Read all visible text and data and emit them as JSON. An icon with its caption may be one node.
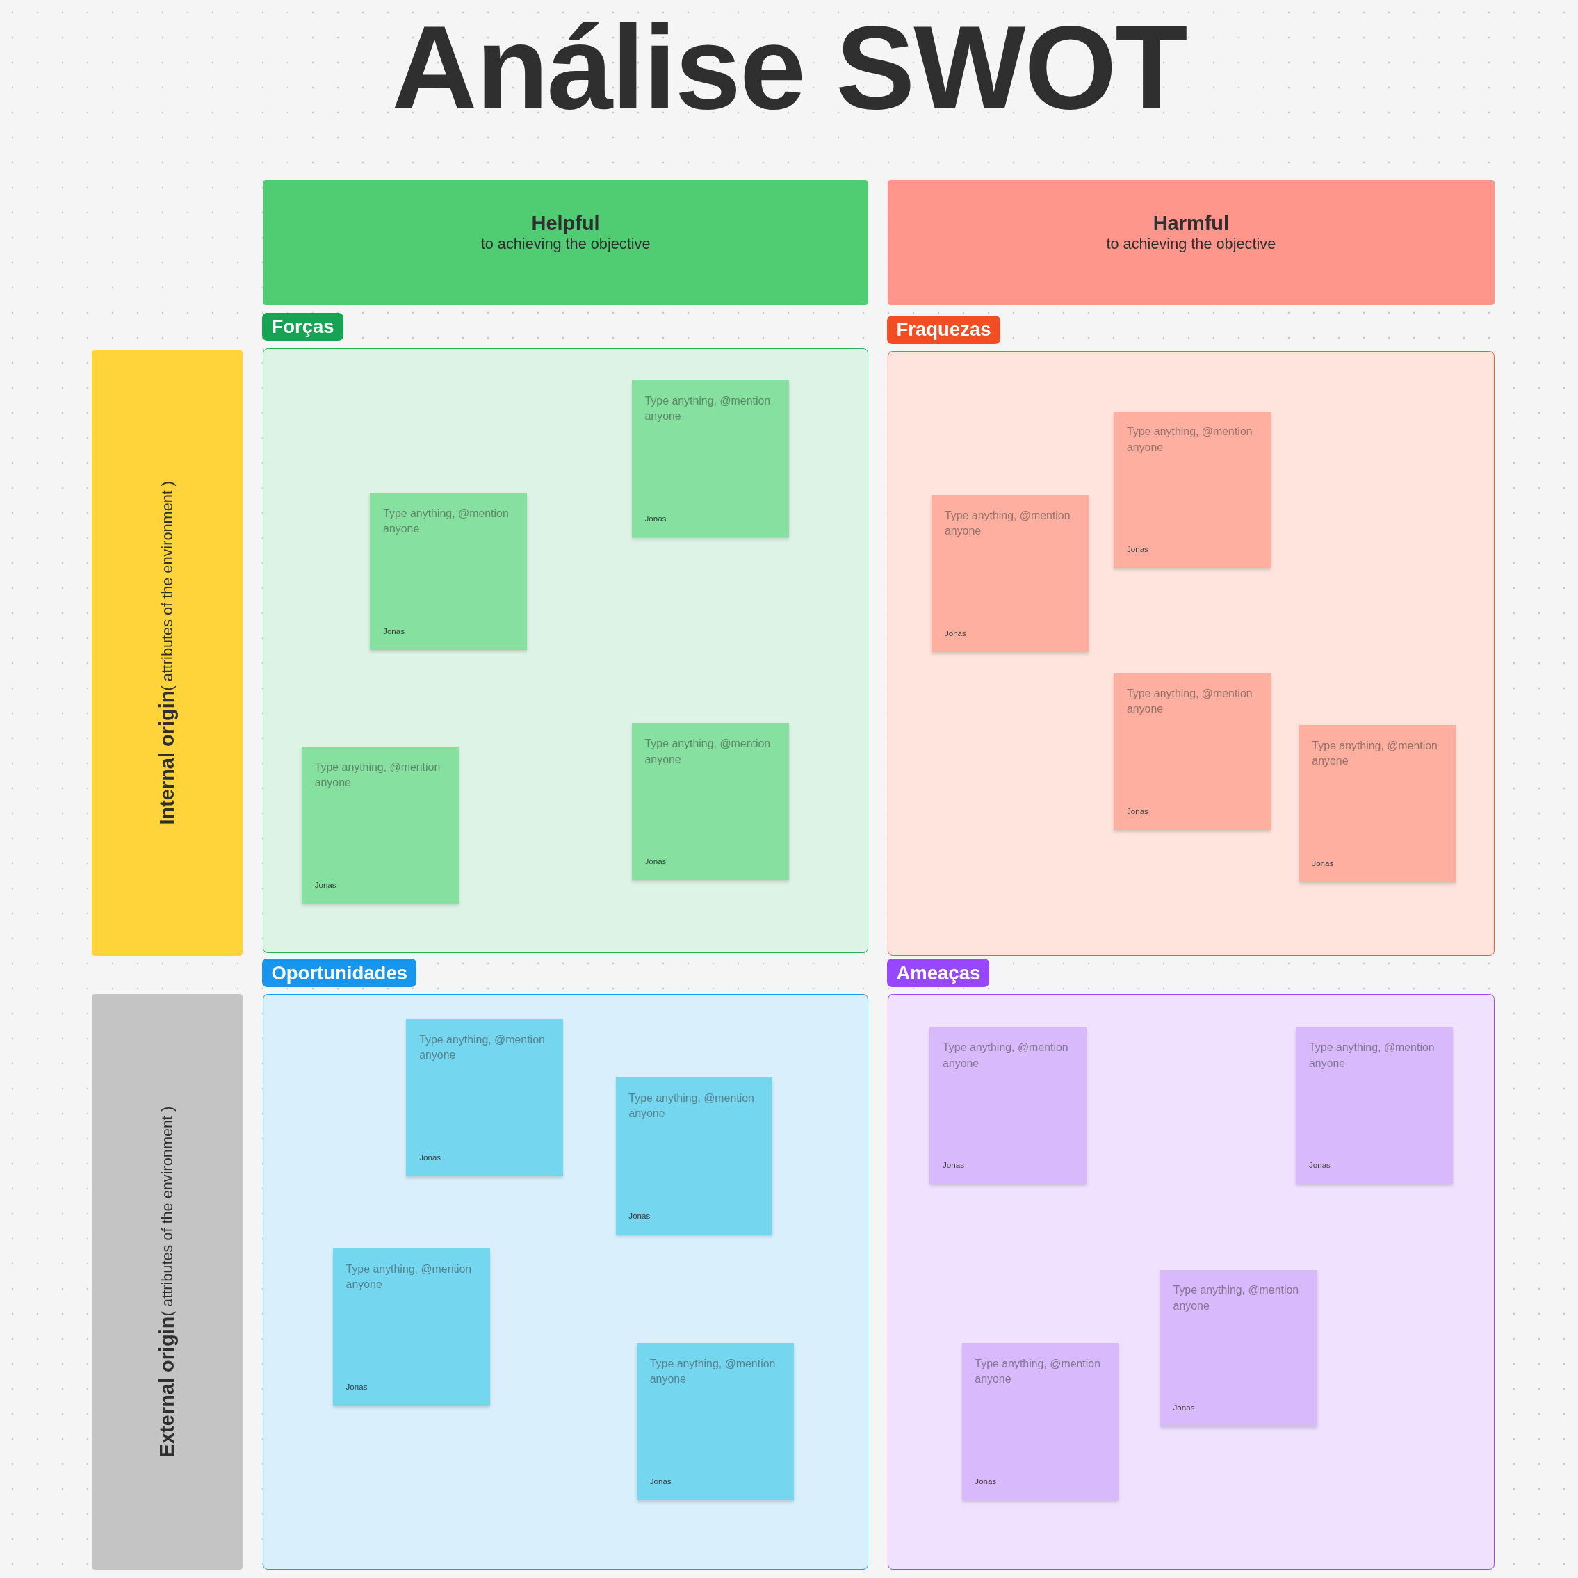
{
  "diagram": {
    "title": "Análise SWOT",
    "nodes": [
      {
        "text": [
          "Helpful",
          "to achieving the objective"
        ]
      },
      {
        "text": [
          "Harmful",
          "to achieving the objective"
        ]
      },
      {
        "text": [
          "Internal origin",
          "( attributes of the environment )"
        ]
      },
      {
        "text": [
          "External origin",
          "( attributes of the environment )"
        ]
      },
      {
        "text": [
          "Forças"
        ]
      },
      {
        "text": [
          "Type anything, @mention anyone",
          "Jonas"
        ],
        "in": 4
      },
      {
        "text": [
          "Type anything, @mention anyone",
          "Jonas"
        ],
        "in": 4
      },
      {
        "text": [
          "Type anything, @mention anyone",
          "Jonas"
        ],
        "in": 4
      },
      {
        "text": [
          "Type anything, @mention anyone",
          "Jonas"
        ],
        "in": 4
      },
      {
        "text": [
          "Fraquezas"
        ]
      },
      {
        "text": [
          "Type anything, @mention anyone",
          "Jonas"
        ],
        "in": 9
      },
      {
        "text": [
          "Type anything, @mention anyone",
          "Jonas"
        ],
        "in": 9
      },
      {
        "text": [
          "Type anything, @mention anyone",
          "Jonas"
        ],
        "in": 9
      },
      {
        "text": [
          "Type anything, @mention anyone",
          "Jonas"
        ],
        "in": 9
      },
      {
        "text": [
          "Oportunidades"
        ]
      },
      {
        "text": [
          "Type anything, @mention anyone",
          "Jonas"
        ],
        "in": 14
      },
      {
        "text": [
          "Type anything, @mention anyone",
          "Jonas"
        ],
        "in": 14
      },
      {
        "text": [
          "Type anything, @mention anyone",
          "Jonas"
        ],
        "in": 14
      },
      {
        "text": [
          "Type anything, @mention anyone",
          "Jonas"
        ],
        "in": 14
      },
      {
        "text": [
          "Ameaças"
        ]
      },
      {
        "text": [
          "Type anything, @mention anyone",
          "Jonas"
        ],
        "in": 19
      },
      {
        "text": [
          "Type anything, @mention anyone",
          "Jonas"
        ],
        "in": 19
      },
      {
        "text": [
          "Type anything, @mention anyone",
          "Jonas"
        ],
        "in": 19
      },
      {
        "text": [
          "Type anything, @mention anyone",
          "Jonas"
        ],
        "in": 19
      }
    ]
  }
}
